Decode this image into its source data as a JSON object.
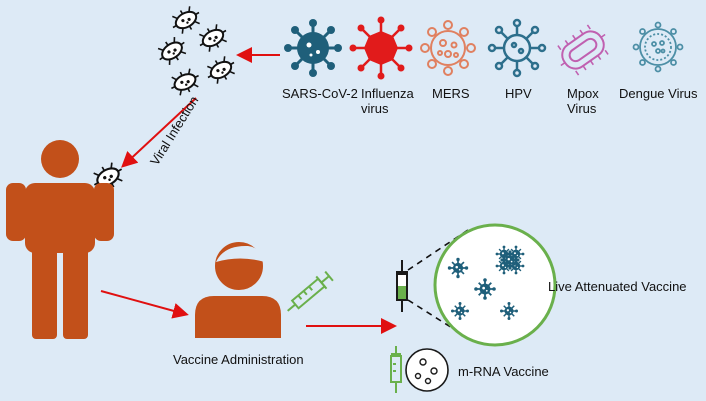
{
  "viruses": [
    {
      "label": "SARS-CoV-2",
      "icon": "sars-cov-2-icon",
      "color": "#1f5f7a"
    },
    {
      "label": "Influenza\nvirus",
      "icon": "influenza-virus-icon",
      "color": "#e11b1b"
    },
    {
      "label": "MERS",
      "icon": "mers-virus-icon",
      "color": "#e08060"
    },
    {
      "label": "HPV",
      "icon": "hpv-virus-icon",
      "color": "#2d6f8c"
    },
    {
      "label": "Mpox\nVirus",
      "icon": "mpox-virus-icon",
      "color": "#c060b0"
    },
    {
      "label": "Dengue Virus",
      "icon": "dengue-virus-icon",
      "color": "#4d8fa6"
    }
  ],
  "labels": {
    "viral_infection": "Viral Infection",
    "vaccine_administration": "Vaccine Administration",
    "live_attenuated": "Live Attenuated Vaccine",
    "mrna": "m-RNA Vaccine"
  },
  "colors": {
    "person": "#c2501a",
    "arrow": "#e01010",
    "circle_border": "#6ab04c",
    "background": "#ddeaf6"
  }
}
